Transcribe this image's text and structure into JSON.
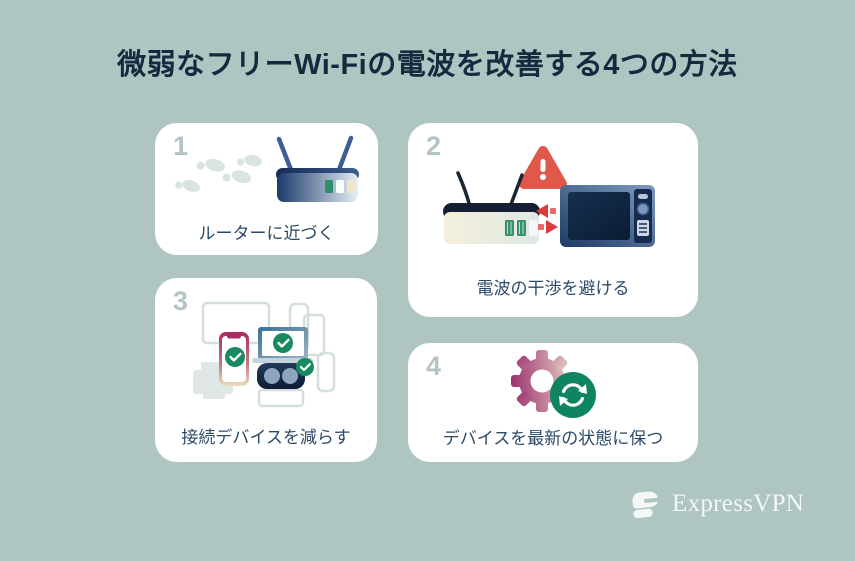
{
  "title": "微弱なフリーWi-Fiの電波を改善する4つの方法",
  "cards": [
    {
      "number": "1",
      "label": "ルーターに近づく",
      "icon": "router-footprints-icon"
    },
    {
      "number": "2",
      "label": "電波の干渉を避ける",
      "icon": "router-microwave-warning-icon"
    },
    {
      "number": "3",
      "label": "接続デバイスを減らす",
      "icon": "connected-devices-checks-icon"
    },
    {
      "number": "4",
      "label": "デバイスを最新の状態に保つ",
      "icon": "gear-refresh-icon"
    }
  ],
  "brand": {
    "logo_text": "ExpressVPN"
  },
  "colors": {
    "background": "#aec5c1",
    "card_background": "#ffffff",
    "title_text": "#152a3e",
    "card_label_text": "#2c4a68",
    "card_number_text": "#b4c3c6",
    "warning_red": "#e0584a",
    "arrow_red": "#dd3b3b",
    "check_green": "#178a60",
    "refresh_green": "#0e8560",
    "gear_magenta": "#9a3470",
    "router_navy": "#1c3a6c",
    "footprint_gray": "#d9e4e2",
    "ghost_outline": "#d3dfdd",
    "brand_white": "#f3f7f5"
  }
}
